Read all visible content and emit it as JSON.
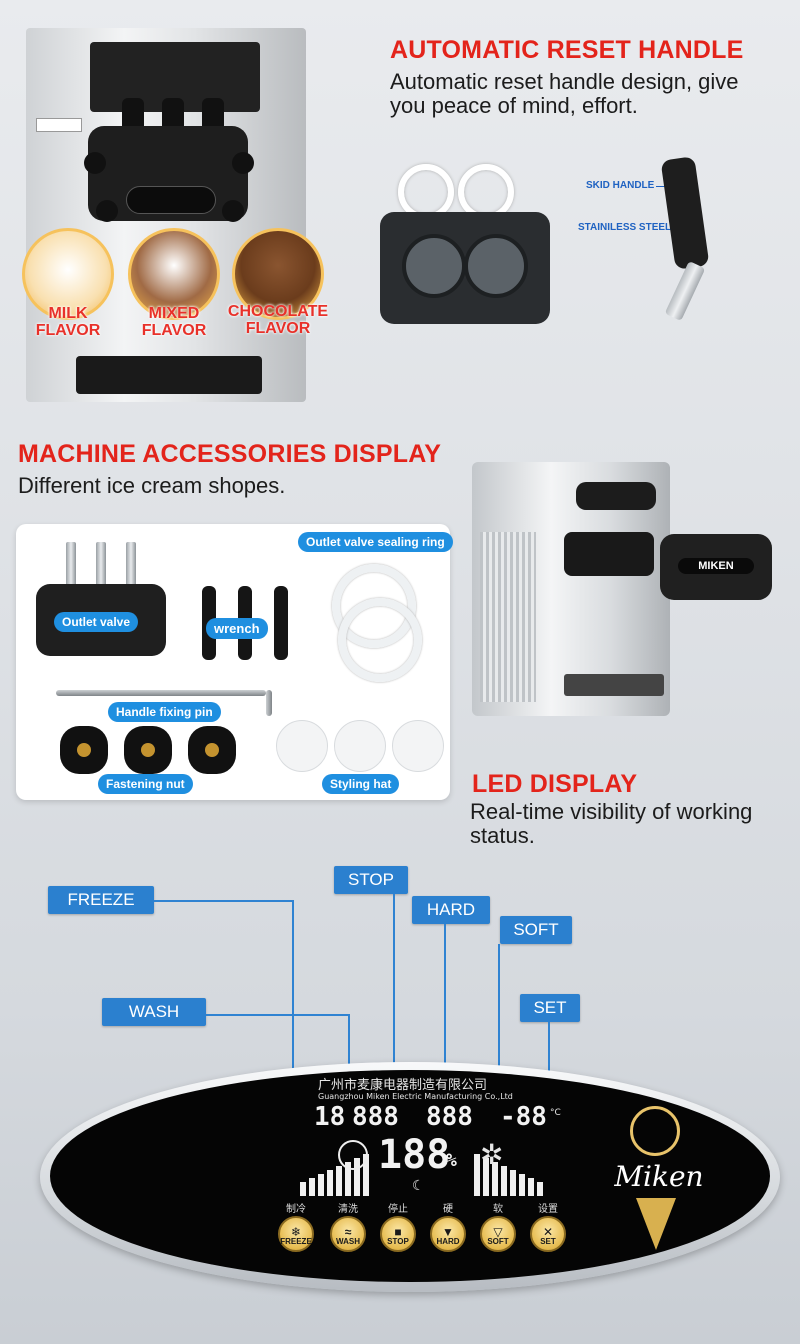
{
  "section_reset": {
    "title": "AUTOMATIC RESET HANDLE",
    "desc_line1": "Automatic reset handle design, give",
    "desc_line2": "you peace of mind, effort.",
    "label_skid": "SKID HANDLE",
    "label_steel": "STAINILESS STEEL"
  },
  "hero": {
    "flavors": [
      {
        "line1": "MILK",
        "line2": "FLAVOR"
      },
      {
        "line1": "MIXED",
        "line2": "FLAVOR"
      },
      {
        "line1": "CHOCOLATE",
        "line2": "FLAVOR"
      }
    ]
  },
  "section_accessories": {
    "title": "MACHINE ACCESSORIES DISPLAY",
    "desc": "Different ice cream shopes.",
    "labels": {
      "outlet_valve": "Outlet valve",
      "wrench": "wrench",
      "sealing_ring": "Outlet valve sealing ring",
      "fixing_pin": "Handle fixing pin",
      "fastening_nut": "Fastening nut",
      "styling_hat": "Styling hat"
    },
    "machine_brand": "MIKEN"
  },
  "section_led": {
    "title": "LED DISPLAY",
    "desc_line1": "Real-time visibility of working",
    "desc_line2": "status."
  },
  "led_tags": {
    "freeze": "FREEZE",
    "stop": "STOP",
    "hard": "HARD",
    "soft": "SOFT",
    "wash": "WASH",
    "set": "SET"
  },
  "panel": {
    "company_cn": "广州市麦康电器制造有限公司",
    "company_en": "Guangzhou Miken Electric Manufacturing Co.,Ltd",
    "seg_left": "18",
    "seg_count": "888",
    "seg_mid": "888",
    "seg_temp": "-88",
    "seg_main": "188",
    "percent": "%",
    "unit_c": "°C",
    "brand": "Miken",
    "buttons": [
      {
        "cn": "制冷",
        "en": "FREEZE"
      },
      {
        "cn": "清洗",
        "en": "WASH"
      },
      {
        "cn": "停止",
        "en": "STOP"
      },
      {
        "cn": "硬",
        "en": "HARD"
      },
      {
        "cn": "软",
        "en": "SOFT"
      },
      {
        "cn": "设置",
        "en": "SET"
      }
    ]
  }
}
